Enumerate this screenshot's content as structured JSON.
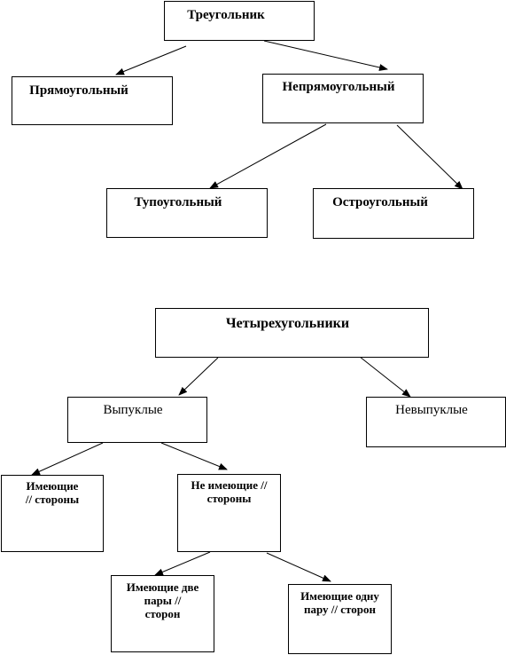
{
  "triangle_tree": {
    "root": "Треугольник",
    "right": "Прямоугольный",
    "non_right": "Непрямоугольный",
    "obtuse": "Тупоугольный",
    "acute": "Остроугольный"
  },
  "quad_tree": {
    "root": "Четырехугольники",
    "convex": "Выпуклые",
    "nonconvex": "Невыпуклые",
    "with_parallel": "Имеющие\n// стороны",
    "without_parallel": "Не имеющие //\nстороны",
    "two_pairs": "Имеющие две\nпары //\nсторон",
    "one_pair": "Имеющие одну\nпару // сторон"
  }
}
